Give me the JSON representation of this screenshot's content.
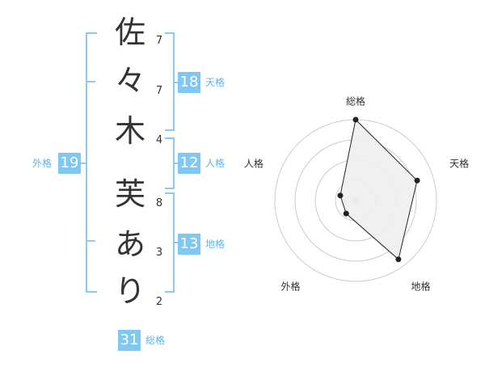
{
  "name": {
    "chars": [
      {
        "char": "佐",
        "strokes": "7"
      },
      {
        "char": "々",
        "strokes": "7"
      },
      {
        "char": "木",
        "strokes": "4"
      },
      {
        "char": "芙",
        "strokes": "8"
      },
      {
        "char": "あ",
        "strokes": "3"
      },
      {
        "char": "り",
        "strokes": "2"
      }
    ]
  },
  "kakusu": {
    "tenkaku": {
      "value": "18",
      "label": "天格"
    },
    "jinkaku": {
      "value": "12",
      "label": "人格"
    },
    "chikaku": {
      "value": "13",
      "label": "地格"
    },
    "gaikaku": {
      "value": "19",
      "label": "外格"
    },
    "soukaku": {
      "value": "31",
      "label": "総格"
    }
  },
  "chart_data": {
    "type": "radar",
    "axes": [
      "総格",
      "天格",
      "地格",
      "外格",
      "人格"
    ],
    "values": [
      1.0,
      0.8,
      0.9,
      0.2,
      0.2
    ],
    "rings": 4,
    "range": [
      0,
      1
    ],
    "colors": {
      "fill": "#eeeeee",
      "line": "#222222",
      "grid": "#cccccc",
      "center": "#bbbbbb"
    }
  }
}
